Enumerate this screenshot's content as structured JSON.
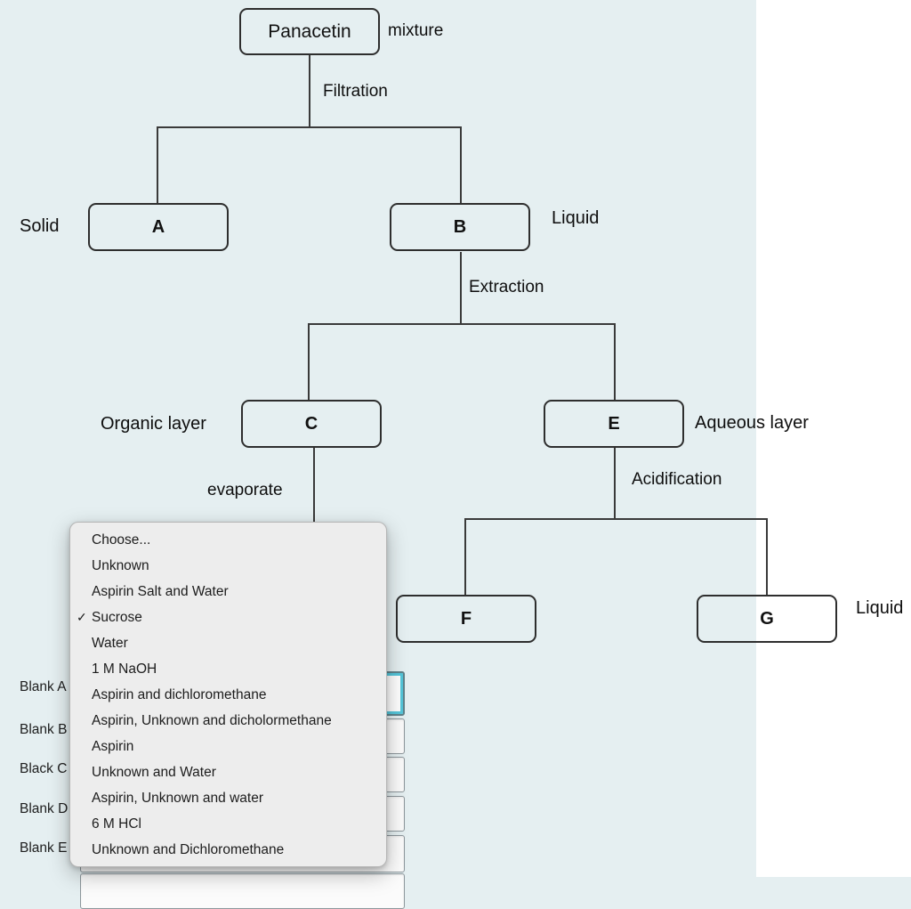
{
  "diagram": {
    "root": {
      "label": "Panacetin"
    },
    "root_side_label": "mixture",
    "steps": {
      "filtration": "Filtration",
      "extraction": "Extraction",
      "evaporate": "evaporate",
      "acidification": "Acidification"
    },
    "nodes": {
      "a": {
        "label": "A",
        "side_label": "Solid"
      },
      "b": {
        "label": "B",
        "side_label": "Liquid"
      },
      "c": {
        "label": "C",
        "side_label": "Organic layer"
      },
      "e": {
        "label": "E",
        "side_label": "Aqueous layer"
      },
      "f": {
        "label": "F"
      },
      "g": {
        "label": "G",
        "side_label": "Liquid"
      }
    }
  },
  "dropdown": {
    "selected": "Sucrose",
    "items": [
      {
        "label": "Choose...",
        "check": ""
      },
      {
        "label": "Unknown",
        "check": ""
      },
      {
        "label": "Aspirin Salt and Water",
        "check": ""
      },
      {
        "label": "Sucrose",
        "check": "✓"
      },
      {
        "label": "Water",
        "check": ""
      },
      {
        "label": "1 M NaOH",
        "check": ""
      },
      {
        "label": "Aspirin and dichloromethane",
        "check": ""
      },
      {
        "label": "Aspirin, Unknown and dicholormethane",
        "check": ""
      },
      {
        "label": "Aspirin",
        "check": ""
      },
      {
        "label": "Unknown and Water",
        "check": ""
      },
      {
        "label": "Aspirin, Unknown and water",
        "check": ""
      },
      {
        "label": "6 M HCl",
        "check": ""
      },
      {
        "label": "Unknown and Dichloromethane",
        "check": ""
      }
    ]
  },
  "blanks": {
    "labels": [
      "Blank A",
      "Blank B",
      "Black C",
      "Blank D",
      "Blank E"
    ]
  },
  "colors": {
    "page_bg": "#e5eff1",
    "panel_bg": "#ffffff",
    "line": "#3a3a3a",
    "menu_bg": "#ededed",
    "focus_ring": "#54c6da"
  }
}
